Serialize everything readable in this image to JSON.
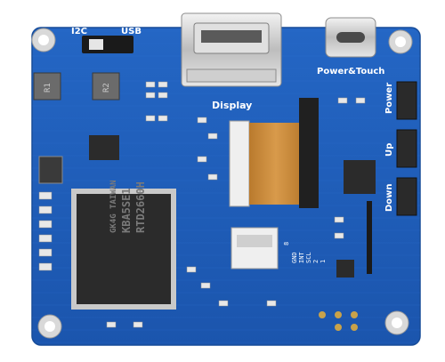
{
  "image": {
    "subject": "blue-pcb-display-driver-board",
    "silkscreen": {
      "i2c": "I2C",
      "usb": "USB",
      "display": "Display",
      "power_touch": "Power&Touch",
      "power": "Power",
      "up": "Up",
      "down": "Down",
      "r1": "R1",
      "r2": "R2"
    },
    "main_chip": {
      "line1": "RTD2660H",
      "line2": "KBA5SE1",
      "line3": "GK4G TAIWAN"
    },
    "fpc_labels": [
      "8",
      "GND",
      "INT",
      "SCL",
      "2",
      "1"
    ],
    "colors": {
      "pcb": "#1f5db8",
      "pcb_edge": "#174c99",
      "trace": "#3c78cf",
      "gold": "#c9a24a",
      "chip": "#2b2b2b",
      "flex": "#c98a3a"
    }
  }
}
